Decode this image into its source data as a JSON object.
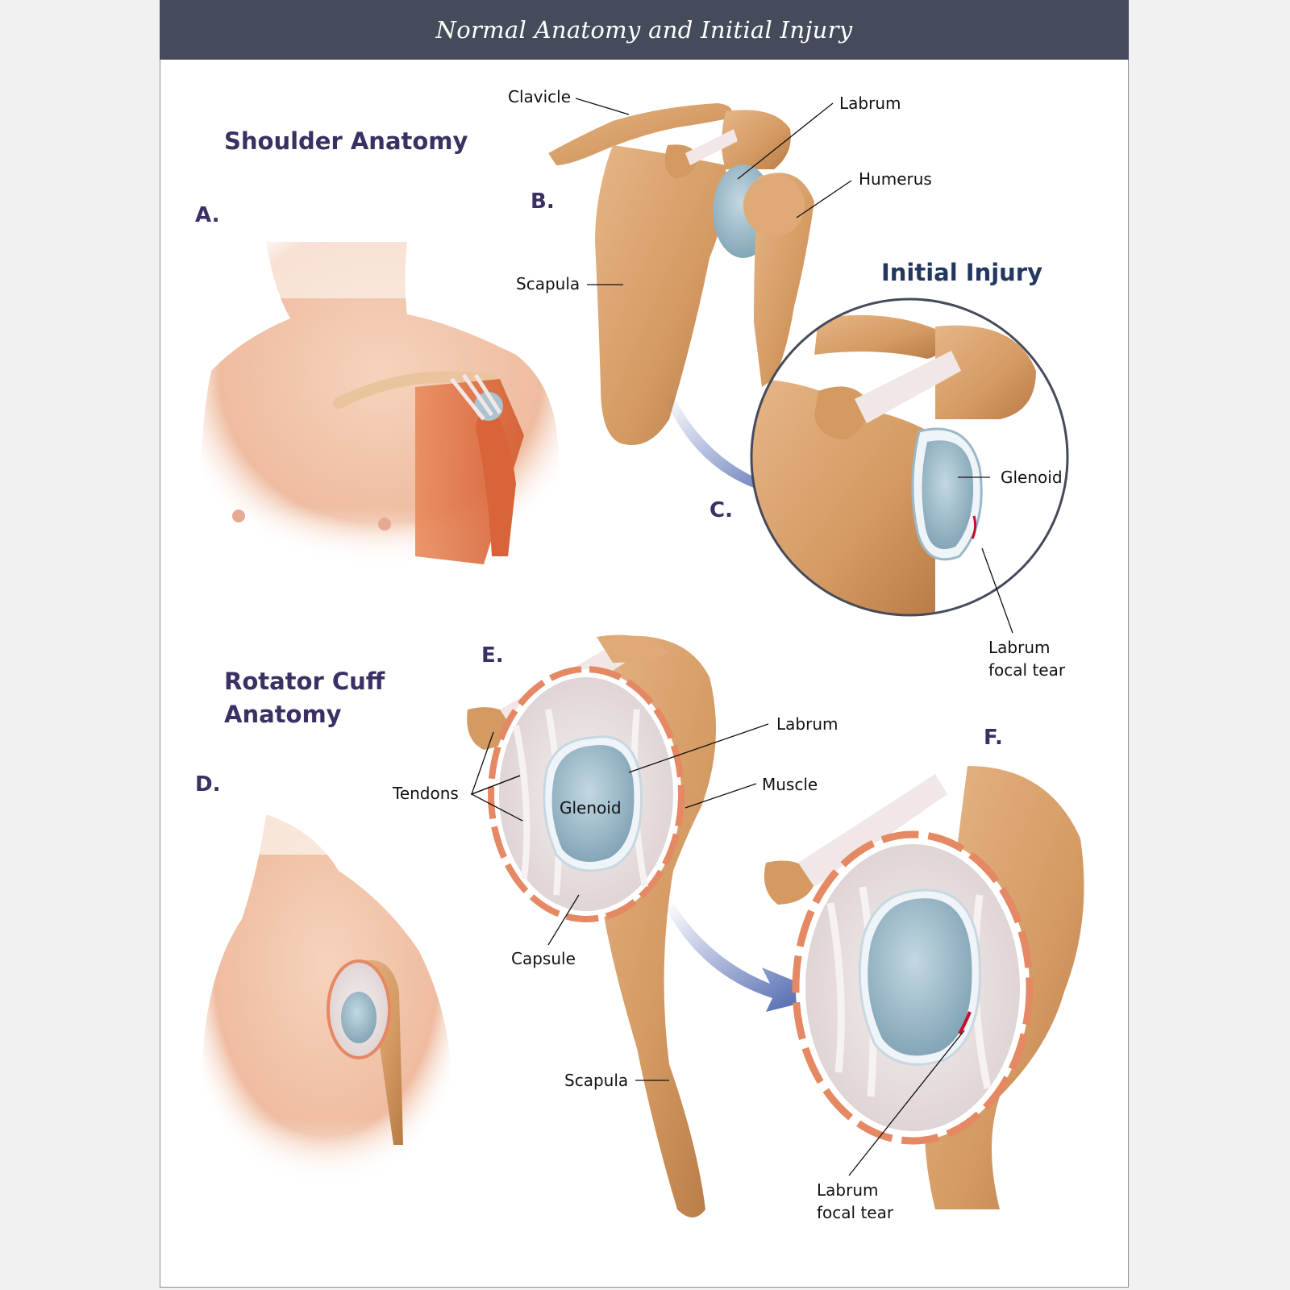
{
  "banner": {
    "title": "Normal Anatomy and Initial Injury"
  },
  "headings": {
    "shoulder_anatomy": "Shoulder Anatomy",
    "initial_injury": "Initial Injury",
    "rotator_cuff_line1": "Rotator Cuff",
    "rotator_cuff_line2": "Anatomy"
  },
  "panel_letters": {
    "a": "A.",
    "b": "B.",
    "c": "C.",
    "d": "D.",
    "e": "E.",
    "f": "F."
  },
  "labels": {
    "clavicle": "Clavicle",
    "labrum_b": "Labrum",
    "humerus": "Humerus",
    "scapula_b": "Scapula",
    "glenoid_c": "Glenoid",
    "tear_c_line1": "Labrum",
    "tear_c_line2": "focal tear",
    "labrum_e": "Labrum",
    "muscle": "Muscle",
    "tendons": "Tendons",
    "glenoid_e": "Glenoid",
    "capsule": "Capsule",
    "scapula_e": "Scapula",
    "tear_f_line1": "Labrum",
    "tear_f_line2": "focal tear"
  },
  "colors": {
    "banner": "#454b5a",
    "heading": "#3b2f63",
    "bone": "#d9a06a",
    "bone_dark": "#b87a45",
    "cartilage": "#a9c3d0",
    "muscle": "#e2703e",
    "skin": "#f2c3a8",
    "arrow": "#3f59a8",
    "tear": "#c0102a"
  }
}
